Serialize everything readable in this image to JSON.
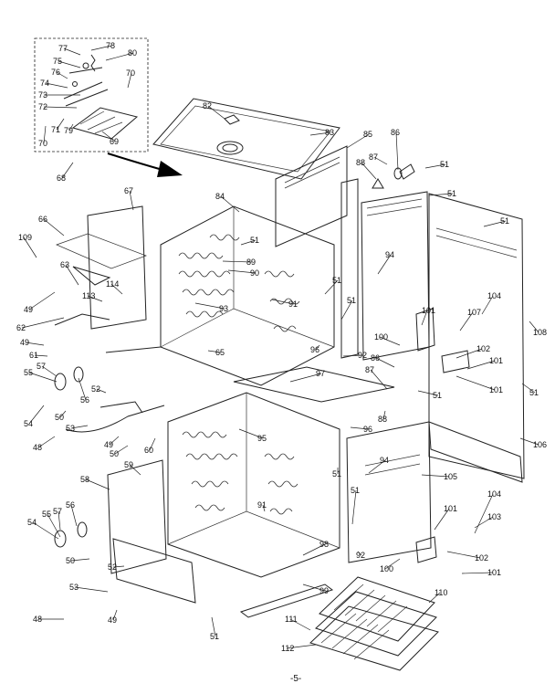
{
  "diagram": {
    "page_number": "-5-",
    "callouts": [
      {
        "text": "77"
      },
      {
        "text": "78"
      },
      {
        "text": "75"
      },
      {
        "text": "80"
      },
      {
        "text": "76"
      },
      {
        "text": "70"
      },
      {
        "text": "74"
      },
      {
        "text": "73"
      },
      {
        "text": "72"
      },
      {
        "text": "71"
      },
      {
        "text": "79"
      },
      {
        "text": "69"
      },
      {
        "text": "70"
      },
      {
        "text": "68"
      },
      {
        "text": "82"
      },
      {
        "text": "83"
      },
      {
        "text": "85"
      },
      {
        "text": "86"
      },
      {
        "text": "88"
      },
      {
        "text": "87"
      },
      {
        "text": "51"
      },
      {
        "text": "51"
      },
      {
        "text": "51"
      },
      {
        "text": "67"
      },
      {
        "text": "66"
      },
      {
        "text": "84"
      },
      {
        "text": "109"
      },
      {
        "text": "51"
      },
      {
        "text": "89"
      },
      {
        "text": "90"
      },
      {
        "text": "94"
      },
      {
        "text": "63"
      },
      {
        "text": "51"
      },
      {
        "text": "114"
      },
      {
        "text": "113"
      },
      {
        "text": "49"
      },
      {
        "text": "93"
      },
      {
        "text": "91"
      },
      {
        "text": "51"
      },
      {
        "text": "104"
      },
      {
        "text": "108"
      },
      {
        "text": "62"
      },
      {
        "text": "101"
      },
      {
        "text": "107"
      },
      {
        "text": "49"
      },
      {
        "text": "100"
      },
      {
        "text": "61"
      },
      {
        "text": "65"
      },
      {
        "text": "96"
      },
      {
        "text": "92"
      },
      {
        "text": "102"
      },
      {
        "text": "86"
      },
      {
        "text": "101"
      },
      {
        "text": "57"
      },
      {
        "text": "55"
      },
      {
        "text": "97"
      },
      {
        "text": "87"
      },
      {
        "text": "101"
      },
      {
        "text": "51"
      },
      {
        "text": "52"
      },
      {
        "text": "51"
      },
      {
        "text": "56"
      },
      {
        "text": "54"
      },
      {
        "text": "50"
      },
      {
        "text": "88"
      },
      {
        "text": "53"
      },
      {
        "text": "96"
      },
      {
        "text": "95"
      },
      {
        "text": "106"
      },
      {
        "text": "48"
      },
      {
        "text": "49"
      },
      {
        "text": "50"
      },
      {
        "text": "60"
      },
      {
        "text": "94"
      },
      {
        "text": "59"
      },
      {
        "text": "51"
      },
      {
        "text": "105"
      },
      {
        "text": "58"
      },
      {
        "text": "104"
      },
      {
        "text": "91"
      },
      {
        "text": "51"
      },
      {
        "text": "55"
      },
      {
        "text": "56"
      },
      {
        "text": "101"
      },
      {
        "text": "57"
      },
      {
        "text": "54"
      },
      {
        "text": "103"
      },
      {
        "text": "98"
      },
      {
        "text": "92"
      },
      {
        "text": "50"
      },
      {
        "text": "100"
      },
      {
        "text": "102"
      },
      {
        "text": "52"
      },
      {
        "text": "101"
      },
      {
        "text": "53"
      },
      {
        "text": "99"
      },
      {
        "text": "110"
      },
      {
        "text": "49"
      },
      {
        "text": "48"
      },
      {
        "text": "111"
      },
      {
        "text": "51"
      },
      {
        "text": "112"
      }
    ]
  }
}
